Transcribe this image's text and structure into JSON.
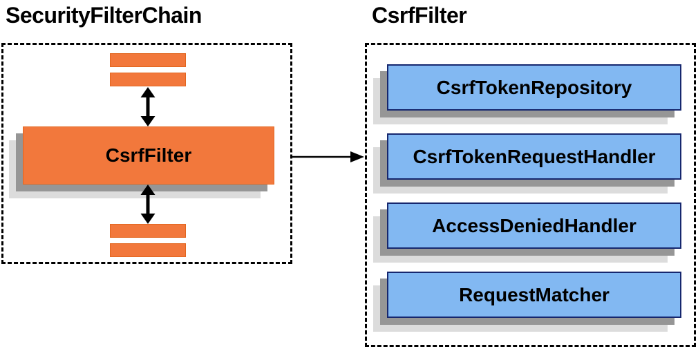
{
  "diagram": {
    "left": {
      "title": "SecurityFilterChain",
      "filter_box_label": "CsrfFilter"
    },
    "right": {
      "title": "CsrfFilter",
      "components": [
        {
          "label": "CsrfTokenRepository"
        },
        {
          "label": "CsrfTokenRequestHandler"
        },
        {
          "label": "AccessDeniedHandler"
        },
        {
          "label": "RequestMatcher"
        }
      ]
    },
    "icons": {
      "vertical_arrows": "bidirectional-arrow-icon",
      "connector": "flow-arrow-icon"
    },
    "colors": {
      "orange_fill": "#F2783C",
      "orange_border": "#E2661F",
      "blue_fill": "#82B8F2",
      "blue_border": "#16276E",
      "shadow_dark": "#969696",
      "shadow_light": "#DCDCDC",
      "line": "#000000",
      "background": "#FFFFFF",
      "text": "#000000"
    }
  }
}
